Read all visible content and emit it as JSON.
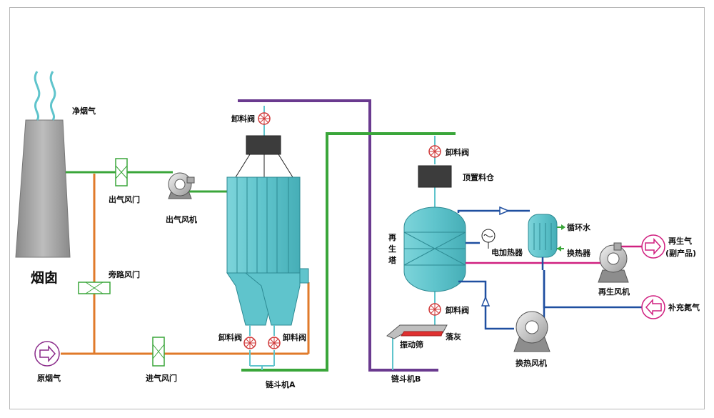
{
  "labels": {
    "clean_gas": "净烟气",
    "chimney": "烟囱",
    "outlet_damper": "出气风门",
    "outlet_fan": "出气风机",
    "bypass_damper": "旁路风门",
    "raw_gas": "原烟气",
    "inlet_damper": "进气风门",
    "discharge_valve_top": "卸料阀",
    "discharge_valve_left": "卸料阀",
    "discharge_valve_right": "卸料阀",
    "bucket_elevator_a": "链斗机A",
    "discharge_valve_r_top": "卸料阀",
    "top_hopper": "顶置料仓",
    "regen_tower": [
      "再",
      "生",
      "塔"
    ],
    "electric_heater": "电加热器",
    "circulating_water": "循环水",
    "heat_exchanger": "换热器",
    "discharge_valve_r_bottom": "卸料阀",
    "vibrating_screen": "振动筛",
    "ash_drop": "落灰",
    "bucket_elevator_b": "链斗机B",
    "heat_exchange_fan": "换热风机",
    "regen_gas": "再生气",
    "byproduct": "(副产品)",
    "regen_fan": "再生风机",
    "make_up_nitrogen": "补充氮气"
  },
  "colors": {
    "green_duct": "#3aa63a",
    "orange_duct": "#e07a2a",
    "purple_line": "#6a3a8f",
    "blue_line": "#1f4fa0",
    "magenta_line": "#d02080",
    "cyan_vessel": "#5fc4cc",
    "chimney_gray": "#a0a0a0"
  }
}
